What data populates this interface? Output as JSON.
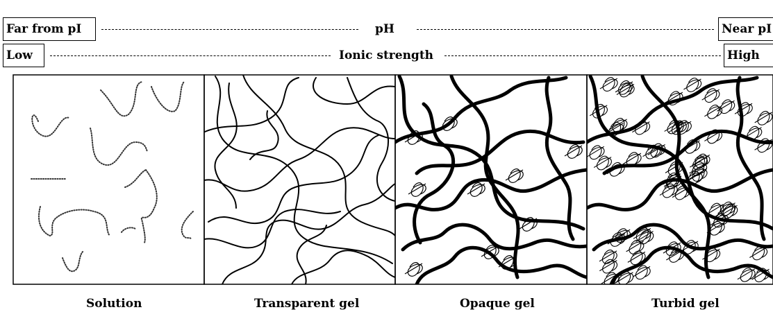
{
  "scale_rows": [
    {
      "left_label": "Far from pI",
      "center_label": "pH",
      "right_label": "Near pI"
    },
    {
      "left_label": "Low",
      "center_label": "Ionic strength",
      "right_label": "High"
    }
  ],
  "panels": [
    {
      "caption": "Solution"
    },
    {
      "caption": "Transparent gel"
    },
    {
      "caption": "Opaque gel"
    },
    {
      "caption": "Turbid gel"
    }
  ]
}
